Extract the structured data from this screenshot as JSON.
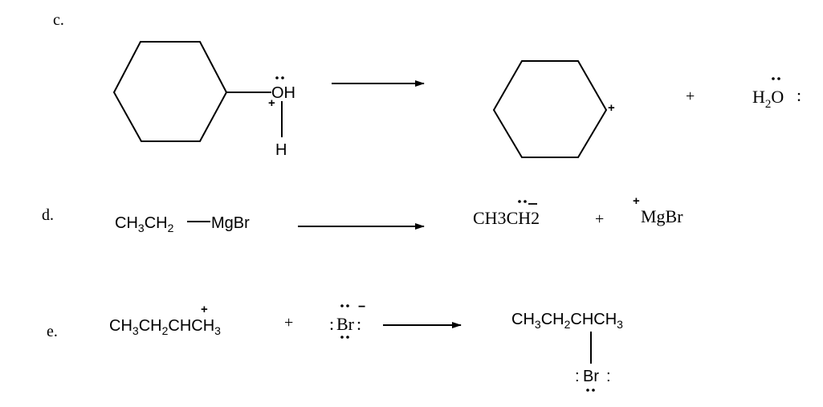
{
  "parts": {
    "c": {
      "label": "c.",
      "reactant_oh": "OH",
      "reactant_plus": "+",
      "reactant_h": "H",
      "carbocation_plus": "+",
      "plus": "+",
      "water_h": "H",
      "water_sub": "2",
      "water_o": "O",
      "water_colon": ":"
    },
    "d": {
      "label": "d.",
      "reactant_ch": "CH",
      "reactant_s1": "3",
      "reactant_ch2": "CH",
      "reactant_s2": "2",
      "reactant_mgbr": "MgBr",
      "product1_prefix": "CH3",
      "product1_c": "C",
      "product1_h2": "H2",
      "plus": "+",
      "cation_charge": "+",
      "cation": "MgBr"
    },
    "e": {
      "label": "e.",
      "reactant_ch": "CH",
      "reactant_s1": "3",
      "reactant_ch2": "CH",
      "reactant_s2": "2",
      "reactant_c": "C",
      "reactant_hch": "HCH",
      "reactant_s3": "3",
      "reactant_charge": "+",
      "plus": "+",
      "bromide": "Br",
      "bromide_left": ":",
      "bromide_right": ":",
      "bromide_charge": "−",
      "product_ch": "CH",
      "product_s1": "3",
      "product_ch2": "CH",
      "product_s2": "2",
      "product_chch": "CHCH",
      "product_s3": "3",
      "product_br": "Br",
      "product_br_left": ":",
      "product_br_right": ":"
    }
  }
}
